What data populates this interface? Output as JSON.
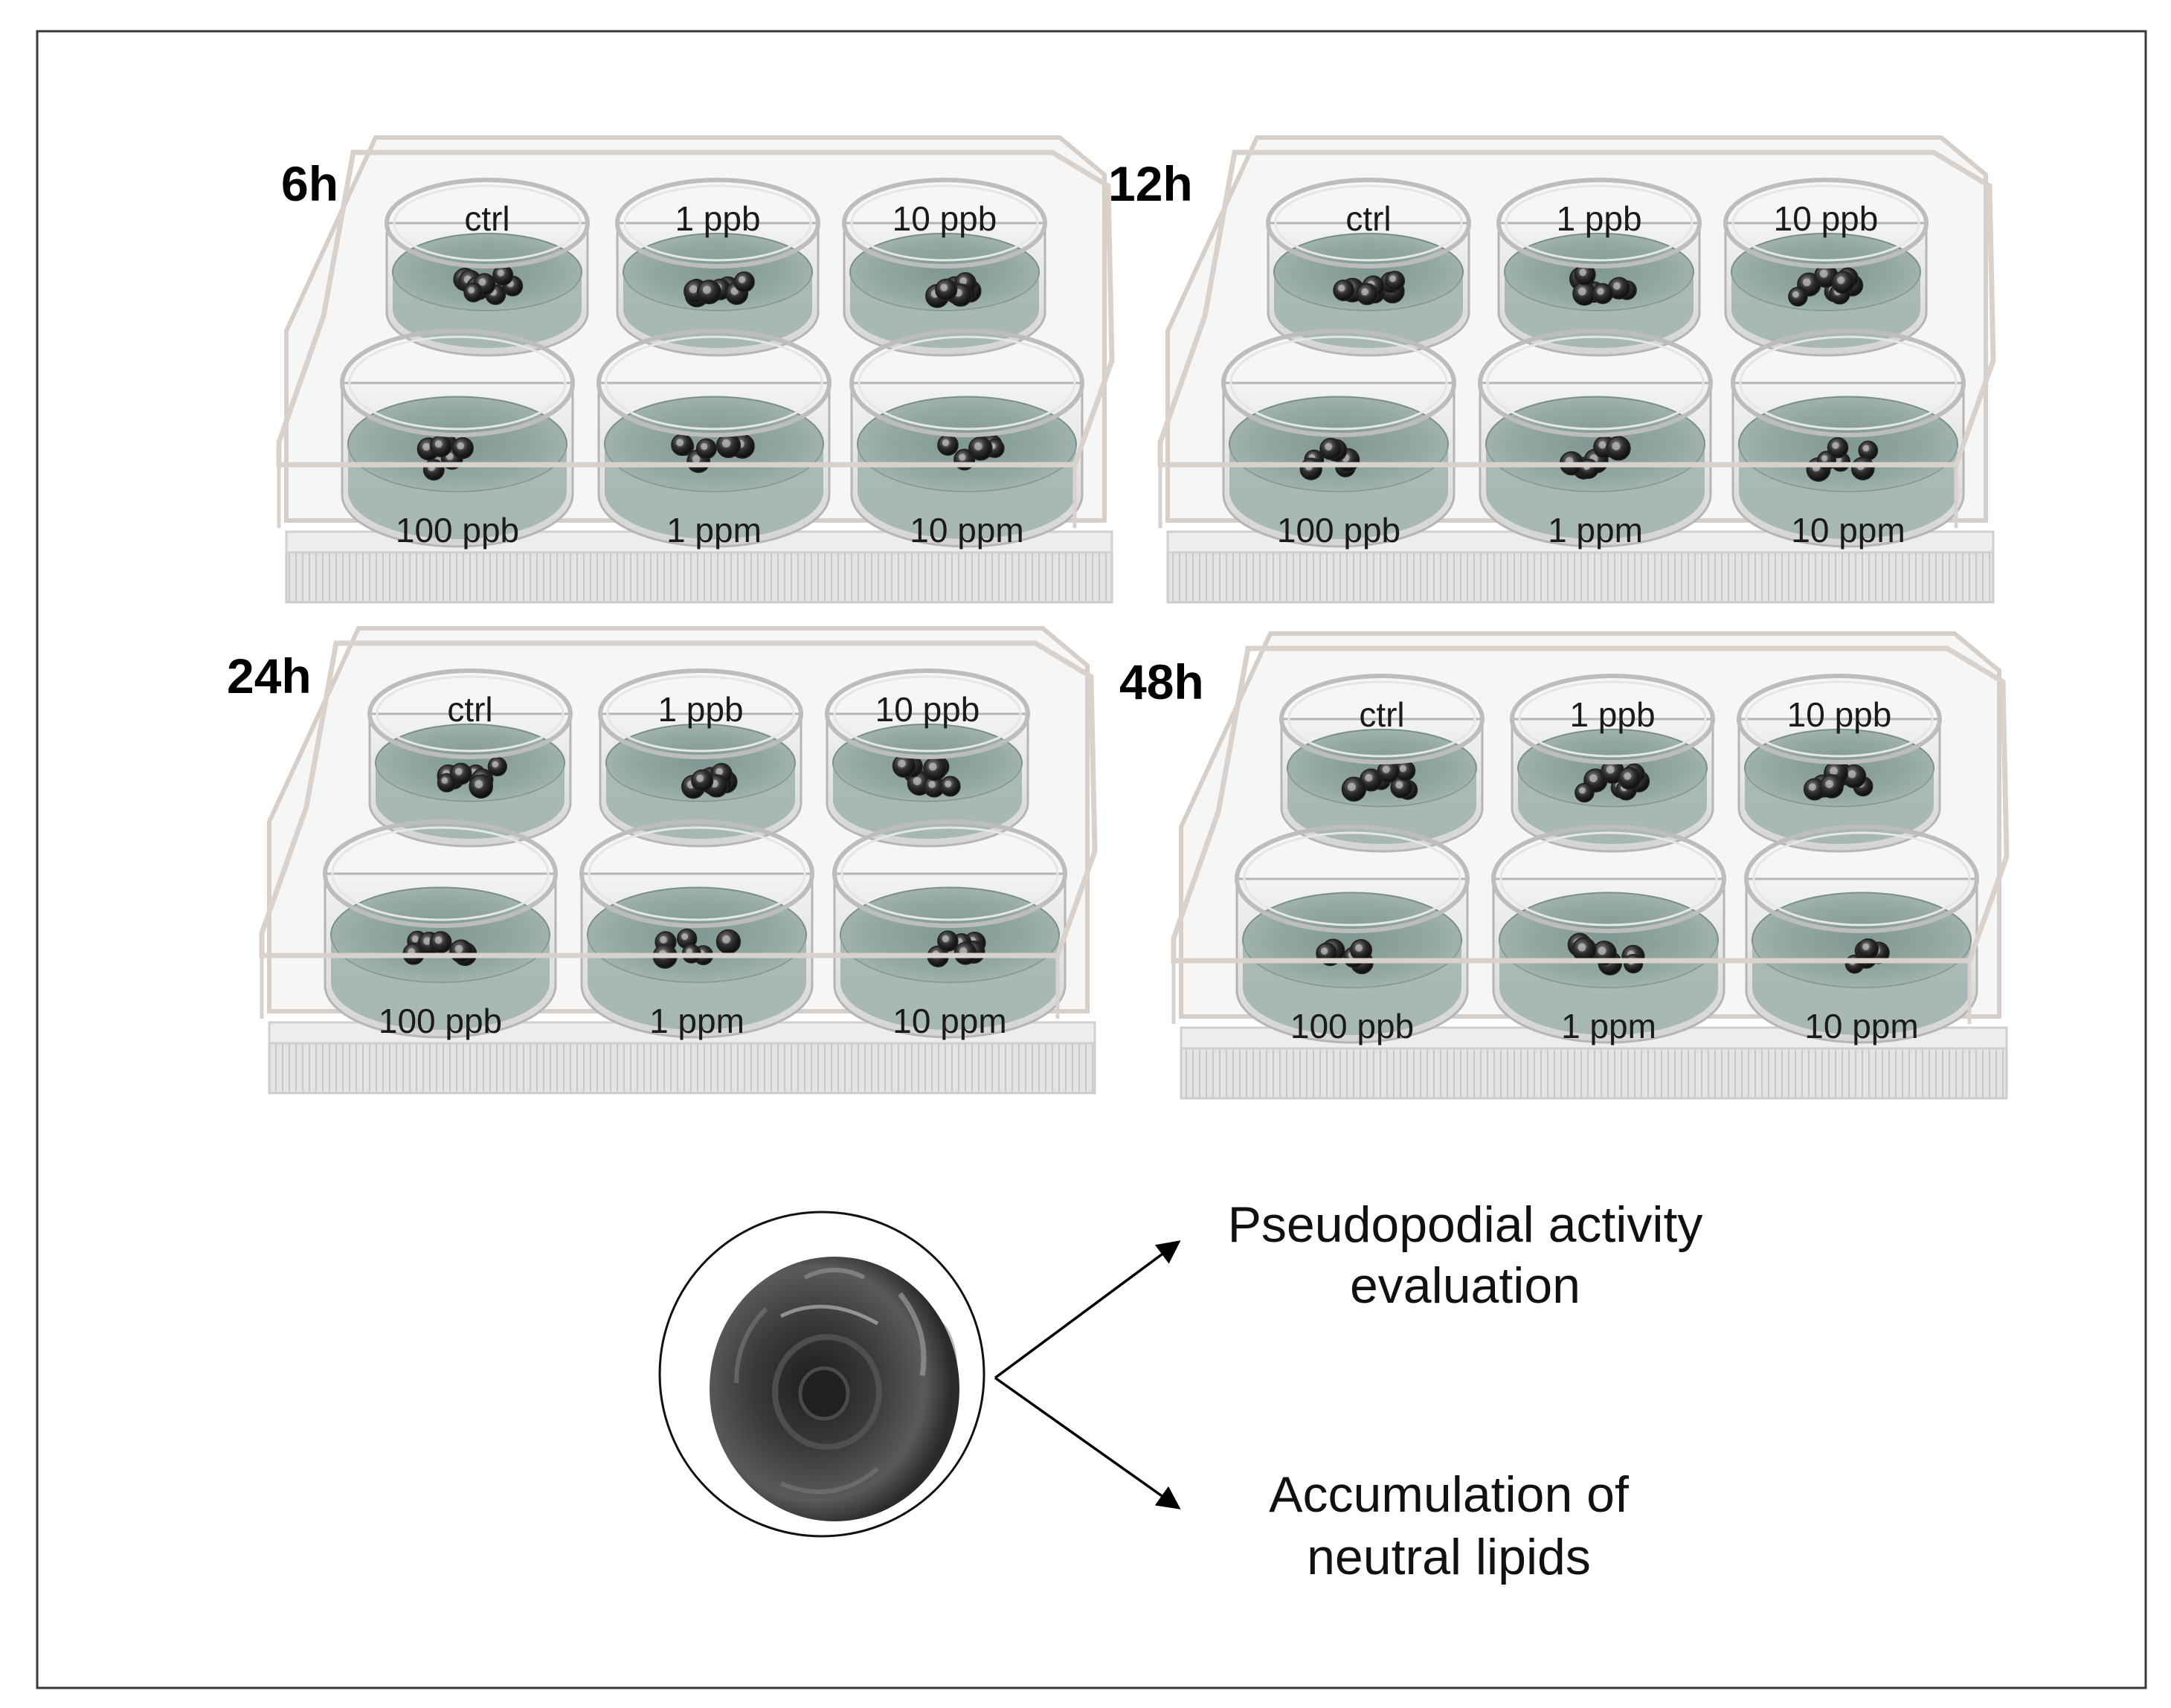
{
  "plates": [
    {
      "time_label": "6h",
      "wells": [
        {
          "label": "ctrl"
        },
        {
          "label": "1 ppb"
        },
        {
          "label": "10 ppb"
        },
        {
          "label": "100 ppb"
        },
        {
          "label": "1 ppm"
        },
        {
          "label": "10 ppm"
        }
      ]
    },
    {
      "time_label": "12h",
      "wells": [
        {
          "label": "ctrl"
        },
        {
          "label": "1 ppb"
        },
        {
          "label": "10 ppb"
        },
        {
          "label": "100 ppb"
        },
        {
          "label": "1 ppm"
        },
        {
          "label": "10 ppm"
        }
      ]
    },
    {
      "time_label": "24h",
      "wells": [
        {
          "label": "ctrl"
        },
        {
          "label": "1 ppb"
        },
        {
          "label": "10 ppb"
        },
        {
          "label": "100 ppb"
        },
        {
          "label": "1 ppm"
        },
        {
          "label": "10 ppm"
        }
      ]
    },
    {
      "time_label": "48h",
      "wells": [
        {
          "label": "ctrl"
        },
        {
          "label": "1 ppb"
        },
        {
          "label": "10 ppb"
        },
        {
          "label": "100 ppb"
        },
        {
          "label": "1 ppm"
        },
        {
          "label": "10 ppm"
        }
      ]
    }
  ],
  "outcomes": [
    {
      "lines": [
        "Pseudopodial activity",
        "evaluation"
      ]
    },
    {
      "lines": [
        "Accumulation of",
        "neutral lipids"
      ]
    }
  ],
  "colors": {
    "frame": "#3a3a3a",
    "plate_rim": "#d9d2cc",
    "plate_base": "#e2e2e2",
    "well_rim": "#bdbdbd",
    "medium": "#8fa49f",
    "medium_dark": "#6f8682",
    "cell": "#2b2b2b",
    "arrow": "#000000"
  },
  "icons": {
    "organism": "foraminifera-shell-icon",
    "arrow": "arrow-right-icon"
  }
}
